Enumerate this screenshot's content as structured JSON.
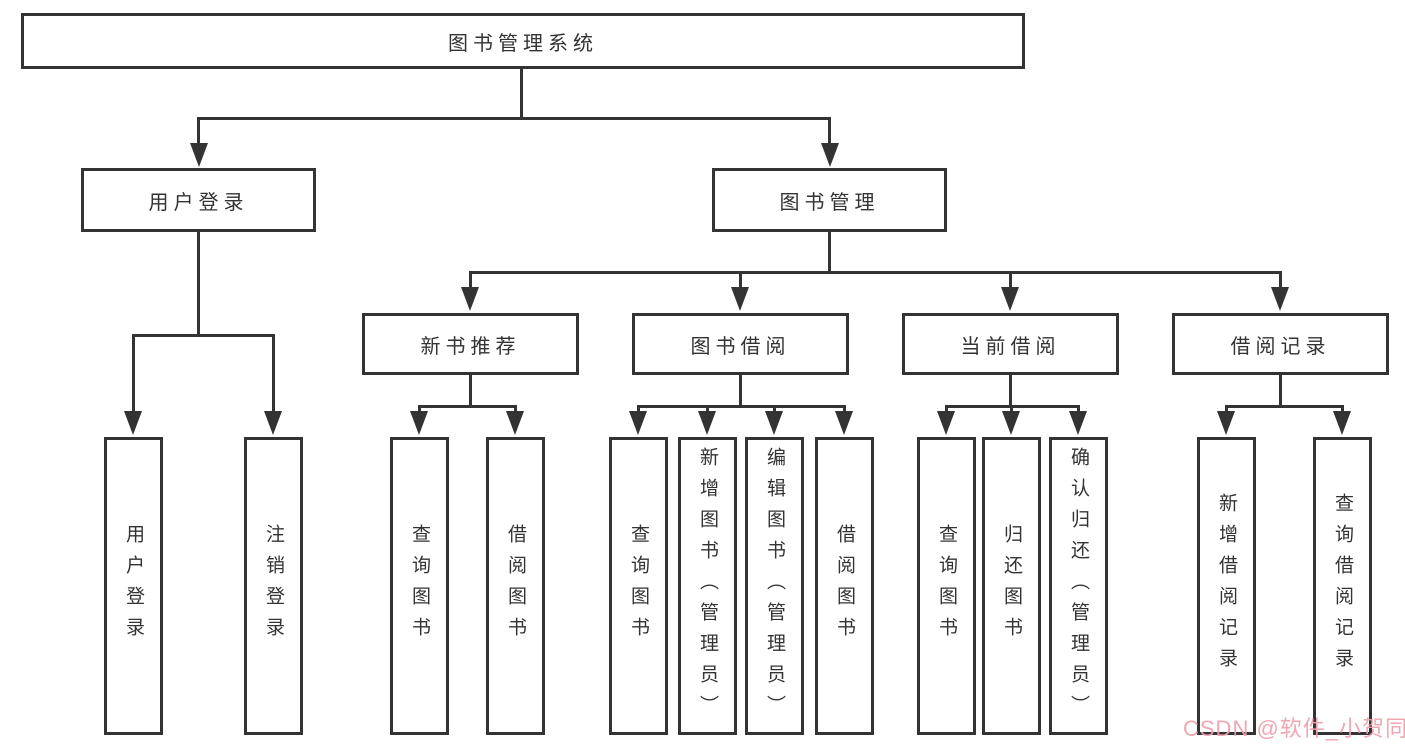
{
  "diagram": {
    "title": "图书管理系统",
    "branches": [
      {
        "label": "用户登录",
        "children": [
          "用户登录",
          "注销登录"
        ]
      },
      {
        "label": "图书管理",
        "sections": [
          {
            "label": "新书推荐",
            "children": [
              "查询图书",
              "借阅图书"
            ]
          },
          {
            "label": "图书借阅",
            "children": [
              "查询图书",
              "新增图书（管理员）",
              "编辑图书（管理员）",
              "借阅图书"
            ]
          },
          {
            "label": "当前借阅",
            "children": [
              "查询图书",
              "归还图书",
              "确认归还（管理员）"
            ]
          },
          {
            "label": "借阅记录",
            "children": [
              "新增借阅记录",
              "查询借阅记录"
            ]
          }
        ]
      }
    ]
  },
  "watermark": {
    "text": "CSDN @软件_小贺同学",
    "color": "#eea0ab"
  },
  "colors": {
    "line": "#333333",
    "box_border": "#333333",
    "text": "#333333",
    "background": "#ffffff"
  }
}
